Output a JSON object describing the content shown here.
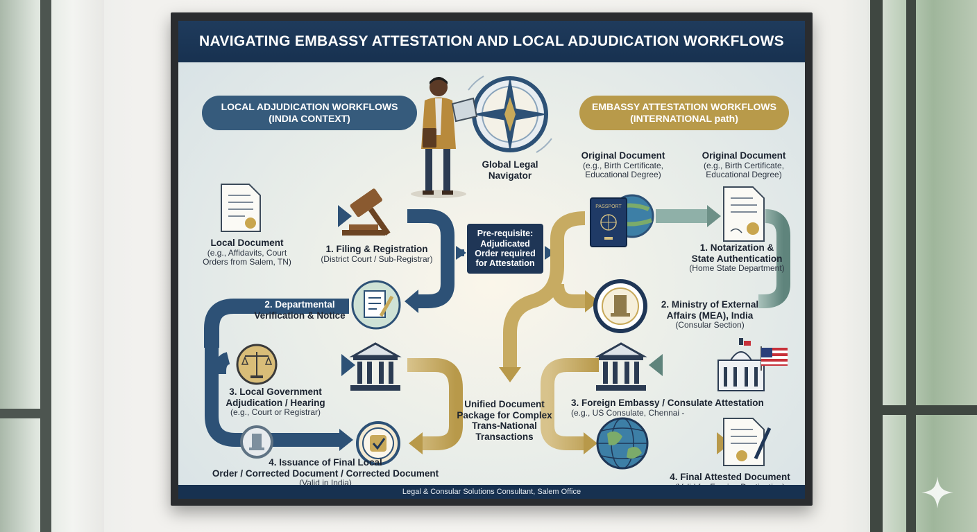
{
  "title": "NAVIGATING EMBASSY ATTESTATION AND LOCAL ADJUDICATION WORKFLOWS",
  "footer": "Legal & Consular Solutions Consultant, Salem Office",
  "left_header": {
    "line1": "LOCAL ADJUDICATION WORKFLOWS",
    "line2": "(INDIA CONTEXT)"
  },
  "right_header": {
    "line1": "EMBASSY ATTESTATION WORKFLOWS",
    "line2": "(INTERNATIONAL path)"
  },
  "navigator": {
    "line1": "Global Legal",
    "line2": "Navigator"
  },
  "prereq": {
    "line1": "Pre-requisite:",
    "line2": "Adjudicated",
    "line3": "Order required",
    "line4": "for Attestation"
  },
  "center": {
    "line1": "Unified Document",
    "line2": "Package for Complex",
    "line3": "Trans-National",
    "line4": "Transactions"
  },
  "local": {
    "doc": {
      "title": "Local Document",
      "sub1": "(e.g., Affidavits, Court",
      "sub2": "Orders from Salem, TN)"
    },
    "step1": {
      "title": "1. Filing & Registration",
      "sub": "(District Court / Sub-Registrar)"
    },
    "step2": {
      "line1": "2. Departmental",
      "line2": "Verification & Notice"
    },
    "step3": {
      "line1": "3. Local Government",
      "line2": "Adjudication / Hearing",
      "sub": "(e.g., Court or Registrar)"
    },
    "step4": {
      "line1": "4. Issuance of Final Local",
      "line2": "Order / Corrected Document / Corrected Document",
      "sub": "(Valid in India)"
    }
  },
  "embassy": {
    "orig1": {
      "title": "Original Document",
      "sub1": "(e.g., Birth Certificate,",
      "sub2": "Educational Degree)"
    },
    "orig2": {
      "title": "Original Document",
      "sub1": "(e.g., Birth Certificate,",
      "sub2": "Educational Degree)"
    },
    "passport_label": "PASSPORT",
    "step1": {
      "line1": "1. Notarization &",
      "line2": "State Authentication",
      "sub": "(Home State Department)"
    },
    "step2": {
      "line1": "2. Ministry of External",
      "line2": "Affairs (MEA), India",
      "sub": "(Consular Section)"
    },
    "step3": {
      "title": "3. Foreign Embassy / Consulate Attestation",
      "sub": "(e.g., US Consulate, Chennai -"
    },
    "step4": {
      "title": "4. Final Attested Document",
      "sub": "(Valid for Foreign Destination)"
    }
  },
  "colors": {
    "navy": "#1f3b5c",
    "blue": "#365b7c",
    "gold": "#b89a4a",
    "teal": "#7e9c93"
  }
}
